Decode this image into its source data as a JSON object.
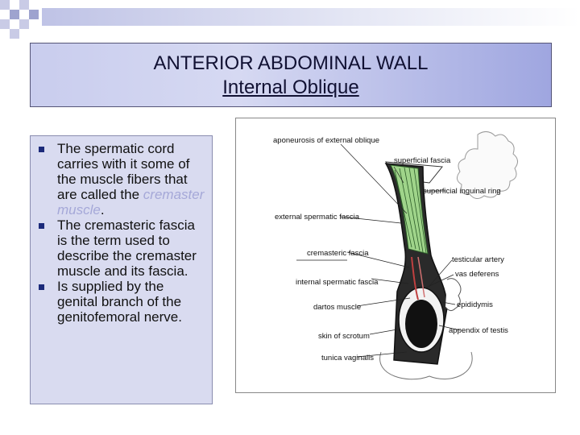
{
  "slide": {
    "title_line1": "ANTERIOR ABDOMINAL WALL",
    "title_line2": "Internal Oblique"
  },
  "bullets": [
    {
      "text_before": "The spermatic cord carries with it some of the muscle fibers that are called the ",
      "emphasis": "cremaster muscle",
      "text_after": "."
    },
    {
      "text_before": "The cremasteric fascia is the term used to describe the cremaster muscle and its fascia.",
      "emphasis": "",
      "text_after": ""
    },
    {
      "text_before": "Is supplied by the genital branch of the genitofemoral nerve.",
      "emphasis": "",
      "text_after": ""
    }
  ],
  "figure": {
    "labels": {
      "aponeurosis": "aponeurosis of external oblique",
      "superficial_fascia": "superficial fascia",
      "superficial_ring": "superficial inguinal ring",
      "external_spermatic": "external spermatic fascia",
      "cremasteric_fascia": "cremasteric fascia",
      "testicular_artery": "testicular artery",
      "vas_deferens": "vas deferens",
      "internal_spermatic": "internal spermatic fascia",
      "dartos": "dartos muscle",
      "epididymis": "epididymis",
      "skin_scrotum": "skin of scrotum",
      "appendix_testis": "appendix of testis",
      "tunica": "tunica vaginalis"
    }
  },
  "colors": {
    "accent": "#1c2a7a",
    "emphasis": "#a5a8d8",
    "muscle": "#9fd48a"
  }
}
